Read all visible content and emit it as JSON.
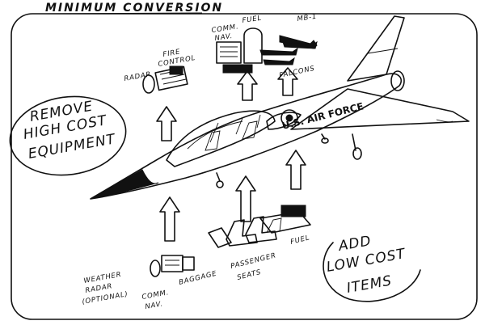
{
  "title": "MINIMUM CONVERSION",
  "notes": {
    "remove_lines": [
      "REMOVE",
      "HIGH COST",
      "EQUIPMENT"
    ],
    "add_lines": [
      "ADD",
      "LOW COST",
      "ITEMS"
    ]
  },
  "aircraft": {
    "fuselage_marking": "U.S. AIR FORCE"
  },
  "removed_items": {
    "radar": "RADAR",
    "fire_control_lines": [
      "FIRE",
      "CONTROL"
    ],
    "comm_nav_lines": [
      "COMM.",
      "NAV."
    ],
    "fuel": "FUEL",
    "mb1": "MB-1",
    "falcons": "FALCONS"
  },
  "added_items": {
    "weather_radar_lines": [
      "WEATHER",
      "RADAR",
      "(OPTIONAL)"
    ],
    "comm_nav_lines": [
      "COMM.",
      "NAV."
    ],
    "baggage": "BAGGAGE",
    "passenger_seats_lines": [
      "PASSENGER",
      "SEATS"
    ],
    "fuel": "FUEL"
  }
}
